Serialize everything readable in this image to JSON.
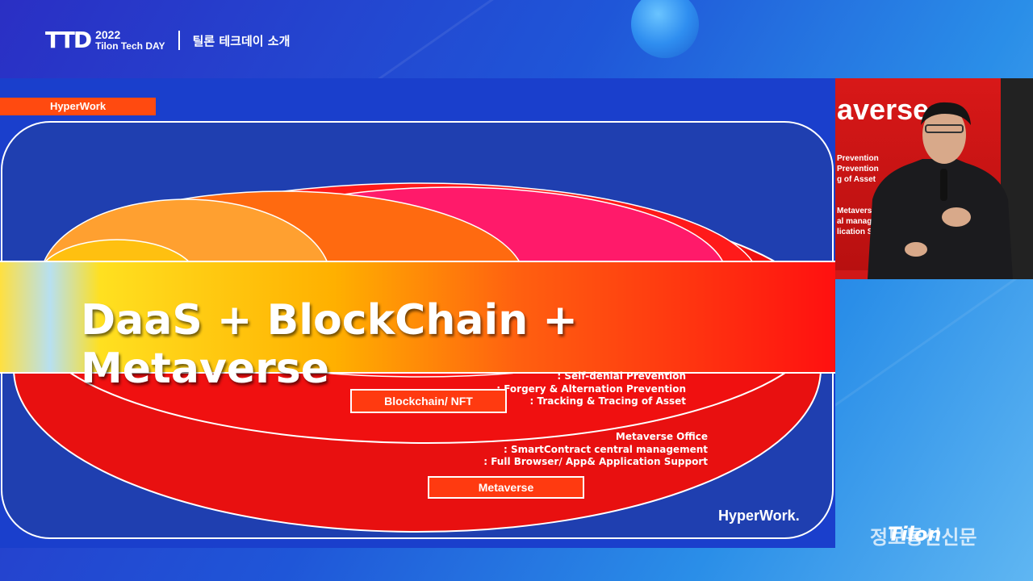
{
  "header": {
    "logo_mark": "TTD",
    "logo_year": "2022",
    "logo_sub": "Tilon Tech DAY",
    "title": "틸론 테크데이 소개"
  },
  "slide": {
    "tab_label": "HyperWork",
    "band_title": "DaaS + BlockChain + Metaverse",
    "blockchain": {
      "label": "Blockchain/ NFT",
      "bullets": [
        ": Self-denial Prevention",
        ": Forgery & Alternation Prevention",
        ": Tracking & Tracing of Asset"
      ]
    },
    "metaverse": {
      "label": "Metaverse",
      "bullets": [
        "Metaverse Office",
        ": SmartContract central management",
        ": Full Browser/ App& Application Support"
      ]
    },
    "brand": "HyperWork."
  },
  "camera": {
    "panel_title": "averse",
    "panel_lines": [
      "Prevention",
      "Prevention",
      "g of Asset"
    ],
    "panel_lines2": [
      "Metaverse",
      "al manag",
      "lication S"
    ]
  },
  "watermark": {
    "publisher": "정보통신신문",
    "tilon": "Tilon"
  },
  "colors": {
    "accent_orange": "#ff4a10",
    "slide_blue": "#1a3fcc",
    "ellipse_red": "#e81010"
  }
}
